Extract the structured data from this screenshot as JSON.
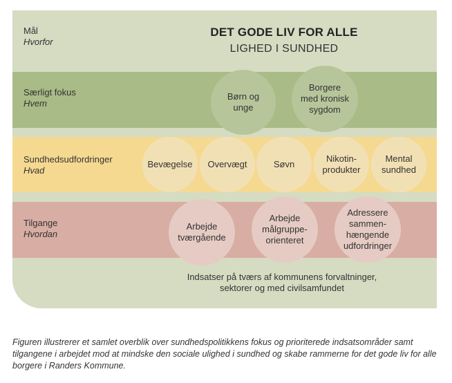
{
  "header": {
    "label": "Mål",
    "question": "Hvorfor",
    "title": "DET GODE LIV FOR ALLE",
    "subtitle": "LIGHED I SUNDHED"
  },
  "bands": [
    {
      "label": "Særligt fokus",
      "question": "Hvem",
      "color": "#a9bb86",
      "circle_color": "#b7c59b",
      "items": [
        "Børn og\nunge",
        "Borgere\nmed kronisk\nsygdom"
      ]
    },
    {
      "label": "Sundhedsudfordringer",
      "question": "Hvad",
      "color": "#f6d991",
      "circle_color": "#f2e0b5",
      "items": [
        "Bevægelse",
        "Overvægt",
        "Søvn",
        "Nikotin-\nprodukter",
        "Mental\nsundhed"
      ]
    },
    {
      "label": "Tilgange",
      "question": "Hvordan",
      "color": "#d8ada3",
      "circle_color": "#e5cbc3",
      "items": [
        "Arbejde\ntværgående",
        "Arbejde\nmålgruppe-\norienteret",
        "Adressere\nsammen-\nhængende\nudfordringer"
      ]
    }
  ],
  "bottom_text": "Indsatser på tværs af kommunens forvaltninger,\nsektorer og med civilsamfundet",
  "caption": "Figuren illustrerer et samlet overblik over sundhedspolitikkens fokus og prioriterede indsatsområder samt tilgangene i arbejdet mod at mindske den sociale ulighed i sundhed og skabe rammerne for det gode liv for alle borgere i Randers Kommune.",
  "colors": {
    "background": "#d5dcc2"
  }
}
